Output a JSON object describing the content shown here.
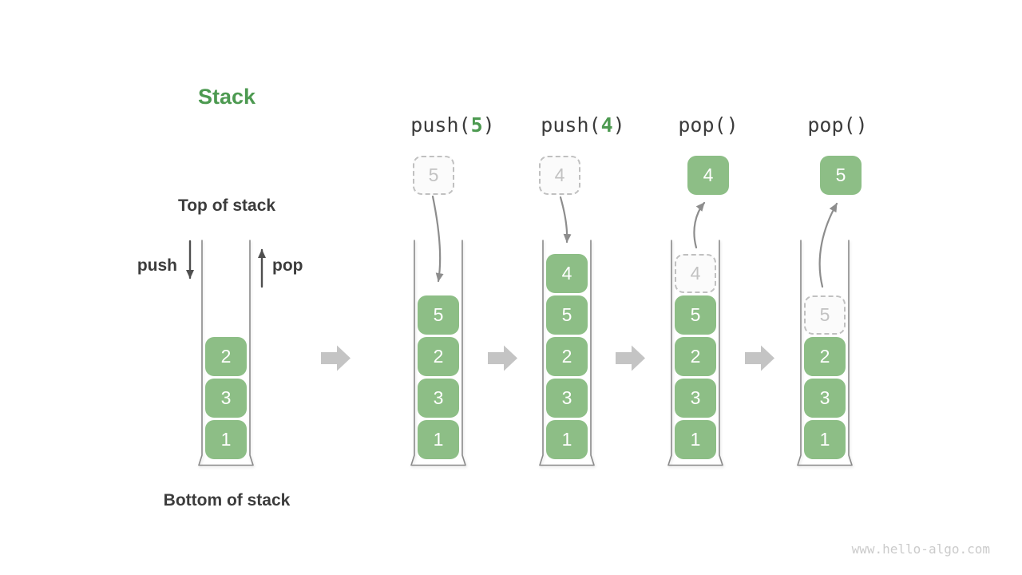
{
  "title": "Stack",
  "labels": {
    "top_of_stack": "Top of stack",
    "bottom_of_stack": "Bottom of stack",
    "push": "push",
    "pop": "pop"
  },
  "base_stack": {
    "items": [
      "2",
      "3",
      "1"
    ]
  },
  "operations": [
    {
      "label": {
        "pre": "push(",
        "arg": "5",
        "post": ")"
      },
      "floating": {
        "value": "5",
        "style": "dashed"
      },
      "ghost": null,
      "items": [
        "5",
        "2",
        "3",
        "1"
      ]
    },
    {
      "label": {
        "pre": "push(",
        "arg": "4",
        "post": ")"
      },
      "floating": {
        "value": "4",
        "style": "dashed"
      },
      "ghost": null,
      "items": [
        "4",
        "5",
        "2",
        "3",
        "1"
      ]
    },
    {
      "label": {
        "pre": "pop()",
        "arg": "",
        "post": ""
      },
      "floating": {
        "value": "4",
        "style": "solid"
      },
      "ghost": "4",
      "items": [
        "5",
        "2",
        "3",
        "1"
      ]
    },
    {
      "label": {
        "pre": "pop()",
        "arg": "",
        "post": ""
      },
      "floating": {
        "value": "5",
        "style": "solid"
      },
      "ghost": "5",
      "items": [
        "2",
        "3",
        "1"
      ]
    }
  ],
  "watermark": "www.hello-algo.com",
  "colors": {
    "accent_green": "#4D9A51",
    "box_green": "#8DBE86",
    "text_dark": "#3C3C3C",
    "arrow_gray": "#8D8D8D",
    "arrow_dark": "#4F4F4F",
    "block_arrow_gray": "#C4C4C4",
    "ghost_border": "#C0C0C0",
    "ghost_text": "#C2C2C2",
    "ghost_fill": "#FBFBFB",
    "container_stroke": "#8A8A8A",
    "watermark_gray": "#CBCBCB"
  }
}
